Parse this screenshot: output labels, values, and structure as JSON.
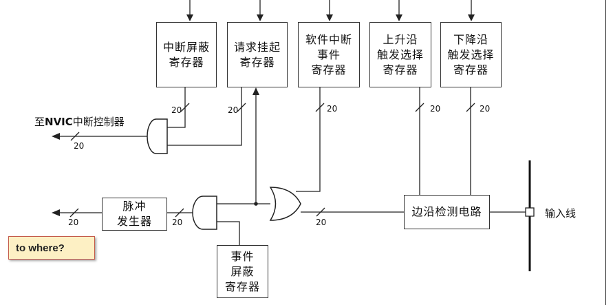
{
  "boxes": {
    "interrupt_mask": "中断屏蔽\n寄存器",
    "request_pending": "请求挂起\n寄存器",
    "software_interrupt_event": "软件中断\n事件\n寄存器",
    "rising_edge": "上升沿\n触发选择\n寄存器",
    "falling_edge": "下降沿\n触发选择\n寄存器",
    "pulse_generator": "脉冲\n发生器",
    "edge_detect": "边沿检测电路",
    "event_mask": "事件\n屏蔽\n寄存器"
  },
  "labels": {
    "to_nvic_prefix": "至",
    "to_nvic_bold": "NVIC",
    "to_nvic_suffix": "中断控制器",
    "input_line": "输入线",
    "bus_width": "20"
  },
  "note": "to where?"
}
